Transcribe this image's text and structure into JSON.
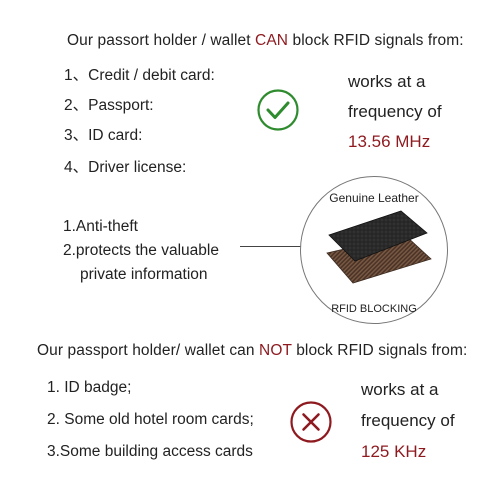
{
  "colors": {
    "accent": "#8e1a1f",
    "check": "#2e8b2e",
    "cross": "#8e1a1f",
    "text": "#222222",
    "leather_top": "#262626",
    "leather_bottom": "#5a3a2a"
  },
  "can_section": {
    "header_prefix": "Our passort holder / wallet ",
    "header_highlight": "CAN",
    "header_suffix": " block RFID signals from:",
    "items": [
      "1、Credit / debit card:",
      "2、Passport:",
      "3、ID card:",
      "4、Driver license:"
    ],
    "freq_line1": "works at a",
    "freq_line2": "frequency of",
    "freq_value": "13.56 MHz",
    "icon": "check-circle-icon"
  },
  "benefits": {
    "items": [
      "1.Anti-theft",
      "2.protects the valuable",
      "private information"
    ]
  },
  "badge": {
    "top_label": "Genuine Leather",
    "bottom_label": "RFID BLOCKING",
    "icon": "leather-layers-icon"
  },
  "cannot_section": {
    "header_prefix": "Our passport holder/ wallet can ",
    "header_highlight": "NOT",
    "header_suffix": " block RFID signals from:",
    "items": [
      "1. ID badge;",
      "2. Some old hotel room cards;",
      "3.Some building access cards"
    ],
    "freq_line1": "works at a",
    "freq_line2": "frequency of",
    "freq_value": "125 KHz",
    "icon": "cross-circle-icon"
  }
}
